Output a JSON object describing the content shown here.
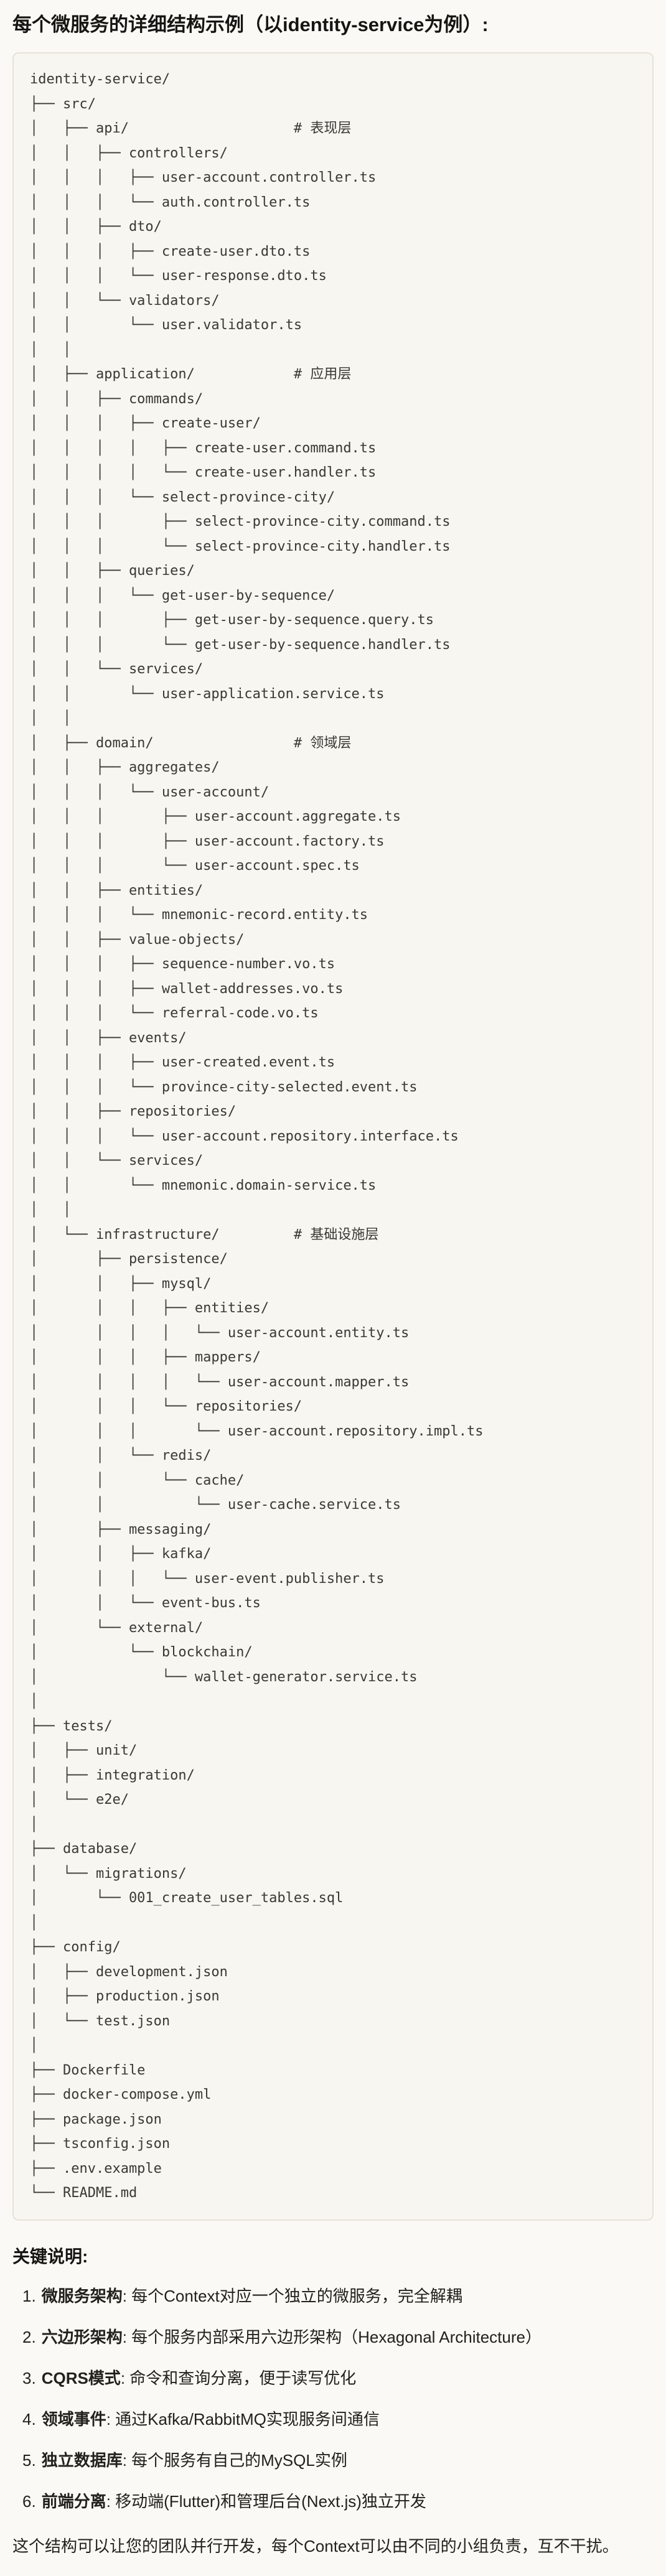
{
  "title": "每个微服务的详细结构示例（以identity-service为例）:",
  "code_block": {
    "language": "plaintext",
    "lines": [
      "identity-service/",
      "├── src/",
      "│   ├── api/                    # 表现层",
      "│   │   ├── controllers/",
      "│   │   │   ├── user-account.controller.ts",
      "│   │   │   └── auth.controller.ts",
      "│   │   ├── dto/",
      "│   │   │   ├── create-user.dto.ts",
      "│   │   │   └── user-response.dto.ts",
      "│   │   └── validators/",
      "│   │       └── user.validator.ts",
      "│   │",
      "│   ├── application/            # 应用层",
      "│   │   ├── commands/",
      "│   │   │   ├── create-user/",
      "│   │   │   │   ├── create-user.command.ts",
      "│   │   │   │   └── create-user.handler.ts",
      "│   │   │   └── select-province-city/",
      "│   │   │       ├── select-province-city.command.ts",
      "│   │   │       └── select-province-city.handler.ts",
      "│   │   ├── queries/",
      "│   │   │   └── get-user-by-sequence/",
      "│   │   │       ├── get-user-by-sequence.query.ts",
      "│   │   │       └── get-user-by-sequence.handler.ts",
      "│   │   └── services/",
      "│   │       └── user-application.service.ts",
      "│   │",
      "│   ├── domain/                 # 领域层",
      "│   │   ├── aggregates/",
      "│   │   │   └── user-account/",
      "│   │   │       ├── user-account.aggregate.ts",
      "│   │   │       ├── user-account.factory.ts",
      "│   │   │       └── user-account.spec.ts",
      "│   │   ├── entities/",
      "│   │   │   └── mnemonic-record.entity.ts",
      "│   │   ├── value-objects/",
      "│   │   │   ├── sequence-number.vo.ts",
      "│   │   │   ├── wallet-addresses.vo.ts",
      "│   │   │   └── referral-code.vo.ts",
      "│   │   ├── events/",
      "│   │   │   ├── user-created.event.ts",
      "│   │   │   └── province-city-selected.event.ts",
      "│   │   ├── repositories/",
      "│   │   │   └── user-account.repository.interface.ts",
      "│   │   └── services/",
      "│   │       └── mnemonic.domain-service.ts",
      "│   │",
      "│   └── infrastructure/         # 基础设施层",
      "│       ├── persistence/",
      "│       │   ├── mysql/",
      "│       │   │   ├── entities/",
      "│       │   │   │   └── user-account.entity.ts",
      "│       │   │   ├── mappers/",
      "│       │   │   │   └── user-account.mapper.ts",
      "│       │   │   └── repositories/",
      "│       │   │       └── user-account.repository.impl.ts",
      "│       │   └── redis/",
      "│       │       └── cache/",
      "│       │           └── user-cache.service.ts",
      "│       ├── messaging/",
      "│       │   ├── kafka/",
      "│       │   │   └── user-event.publisher.ts",
      "│       │   └── event-bus.ts",
      "│       └── external/",
      "│           └── blockchain/",
      "│               └── wallet-generator.service.ts",
      "│",
      "├── tests/",
      "│   ├── unit/",
      "│   ├── integration/",
      "│   └── e2e/",
      "│",
      "├── database/",
      "│   └── migrations/",
      "│       └── 001_create_user_tables.sql",
      "│",
      "├── config/",
      "│   ├── development.json",
      "│   ├── production.json",
      "│   └── test.json",
      "│",
      "├── Dockerfile",
      "├── docker-compose.yml",
      "├── package.json",
      "├── tsconfig.json",
      "├── .env.example",
      "└── README.md"
    ]
  },
  "notes": {
    "heading": "关键说明:",
    "items": [
      {
        "num": "1.",
        "term": "微服务架构",
        "text": ": 每个Context对应一个独立的微服务，完全解耦"
      },
      {
        "num": "2.",
        "term": "六边形架构",
        "text": ": 每个服务内部采用六边形架构（Hexagonal Architecture）"
      },
      {
        "num": "3.",
        "term": "CQRS模式",
        "text": ": 命令和查询分离，便于读写优化"
      },
      {
        "num": "4.",
        "term": "领域事件",
        "text": ": 通过Kafka/RabbitMQ实现服务间通信"
      },
      {
        "num": "5.",
        "term": "独立数据库",
        "text": ": 每个服务有自己的MySQL实例"
      },
      {
        "num": "6.",
        "term": "前端分离",
        "text": ": 移动端(Flutter)和管理后台(Next.js)独立开发"
      }
    ]
  },
  "closing": "这个结构可以让您的团队并行开发，每个Context可以由不同的小组负责，互不干扰。"
}
